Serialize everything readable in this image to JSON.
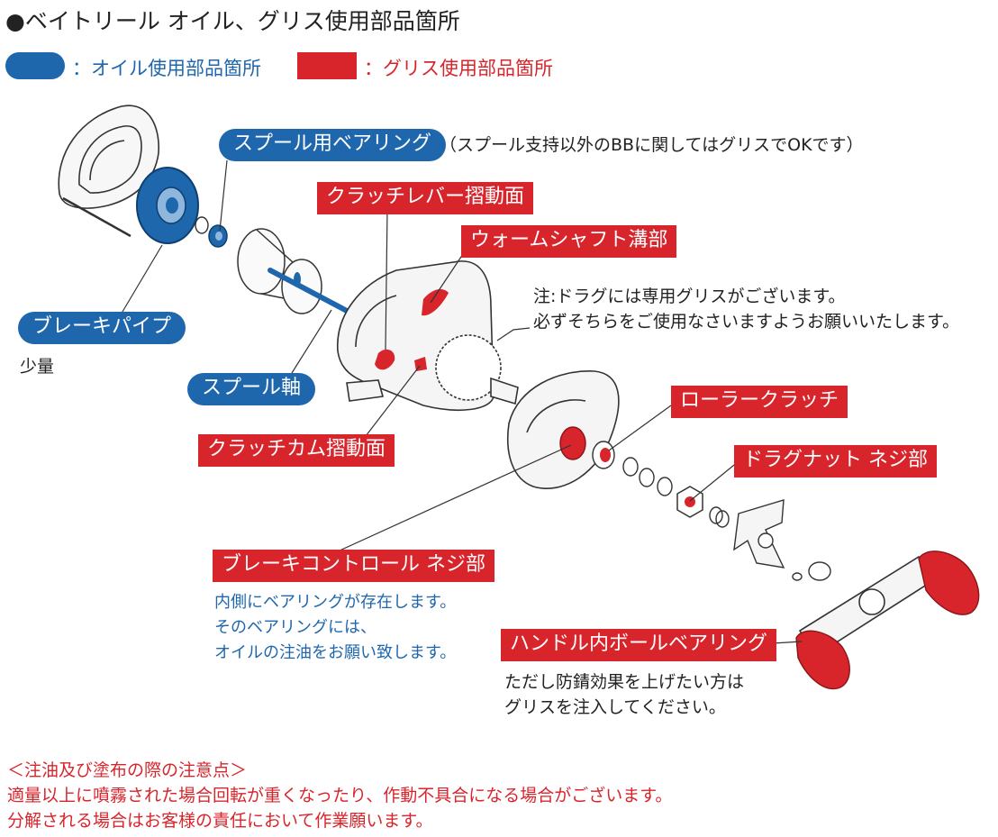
{
  "title": "●ベイトリール オイル、グリス使用部品箇所",
  "legend": {
    "oil_label": "：オイル使用部品箇所",
    "grease_label": "：グリス使用部品箇所"
  },
  "colors": {
    "oil": "#1f67ad",
    "grease": "#d8252c",
    "footer": "#d8252c"
  },
  "oil_labels": {
    "spool_bearing": "スプール用ベアリング",
    "brake_pipe": "ブレーキパイプ",
    "spool_shaft": "スプール軸"
  },
  "grease_labels": {
    "clutch_lever": "クラッチレバー摺動面",
    "worm_shaft": "ウォームシャフト溝部",
    "clutch_cam": "クラッチカム摺動面",
    "roller_clutch": "ローラークラッチ",
    "drag_nut": "ドラグナット ネジ部",
    "brake_control": "ブレーキコントロール ネジ部",
    "handle_bearing": "ハンドル内ボールベアリング"
  },
  "notes": {
    "spool_bearing_note": "（スプール支持以外のBBに関してはグリスでOKです）",
    "brake_pipe_note": "少量",
    "drag_note_1": "注:ドラグには専用グリスがございます。",
    "drag_note_2": "必ずそちらをご使用なさいますようお願いいたします。",
    "brake_control_note_1": "内側にベアリングが存在します。",
    "brake_control_note_2": "そのベアリングには、",
    "brake_control_note_3": "オイルの注油をお願い致します。",
    "handle_note_1": "ただし防錆効果を上げたい方は",
    "handle_note_2": "グリスを注入してください。"
  },
  "footer": {
    "heading": "＜注油及び塗布の際の注意点＞",
    "line1": "適量以上に噴霧された場合回転が重くなったり、作動不具合になる場合がございます。",
    "line2": "分解される場合はお客様の責任において作業願います。"
  }
}
